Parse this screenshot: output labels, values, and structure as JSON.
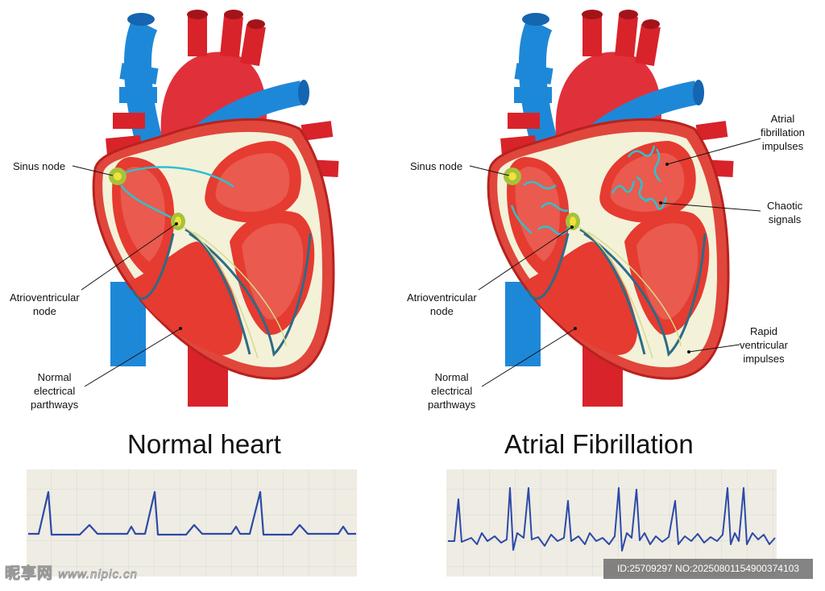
{
  "left_panel": {
    "title": "Normal heart",
    "labels": {
      "sinus_node": "Sinus node",
      "av_node": "Atrioventricular\nnode",
      "pathways": "Normal\nelectrical\nparthways"
    }
  },
  "right_panel": {
    "title": "Atrial Fibrillation",
    "labels": {
      "sinus_node": "Sinus node",
      "av_node": "Atrioventricular\nnode",
      "pathways": "Normal\nelectrical\nparthways",
      "af_impulses": "Atrial\nfibrillation\nimpulses",
      "chaotic": "Chaotic\nsignals",
      "rapid": "Rapid\nventricular\nimpulses"
    }
  },
  "watermark": {
    "site": "昵享网",
    "url": "www.nipic.cn",
    "id_text": "ID:25709297 NO:20250801154900374103"
  },
  "colors": {
    "ecg_line": "#2c4aa8",
    "ecg_bg": "#efece3",
    "heart_red": "#e0463c",
    "vessel_blue": "#1e88d8"
  }
}
